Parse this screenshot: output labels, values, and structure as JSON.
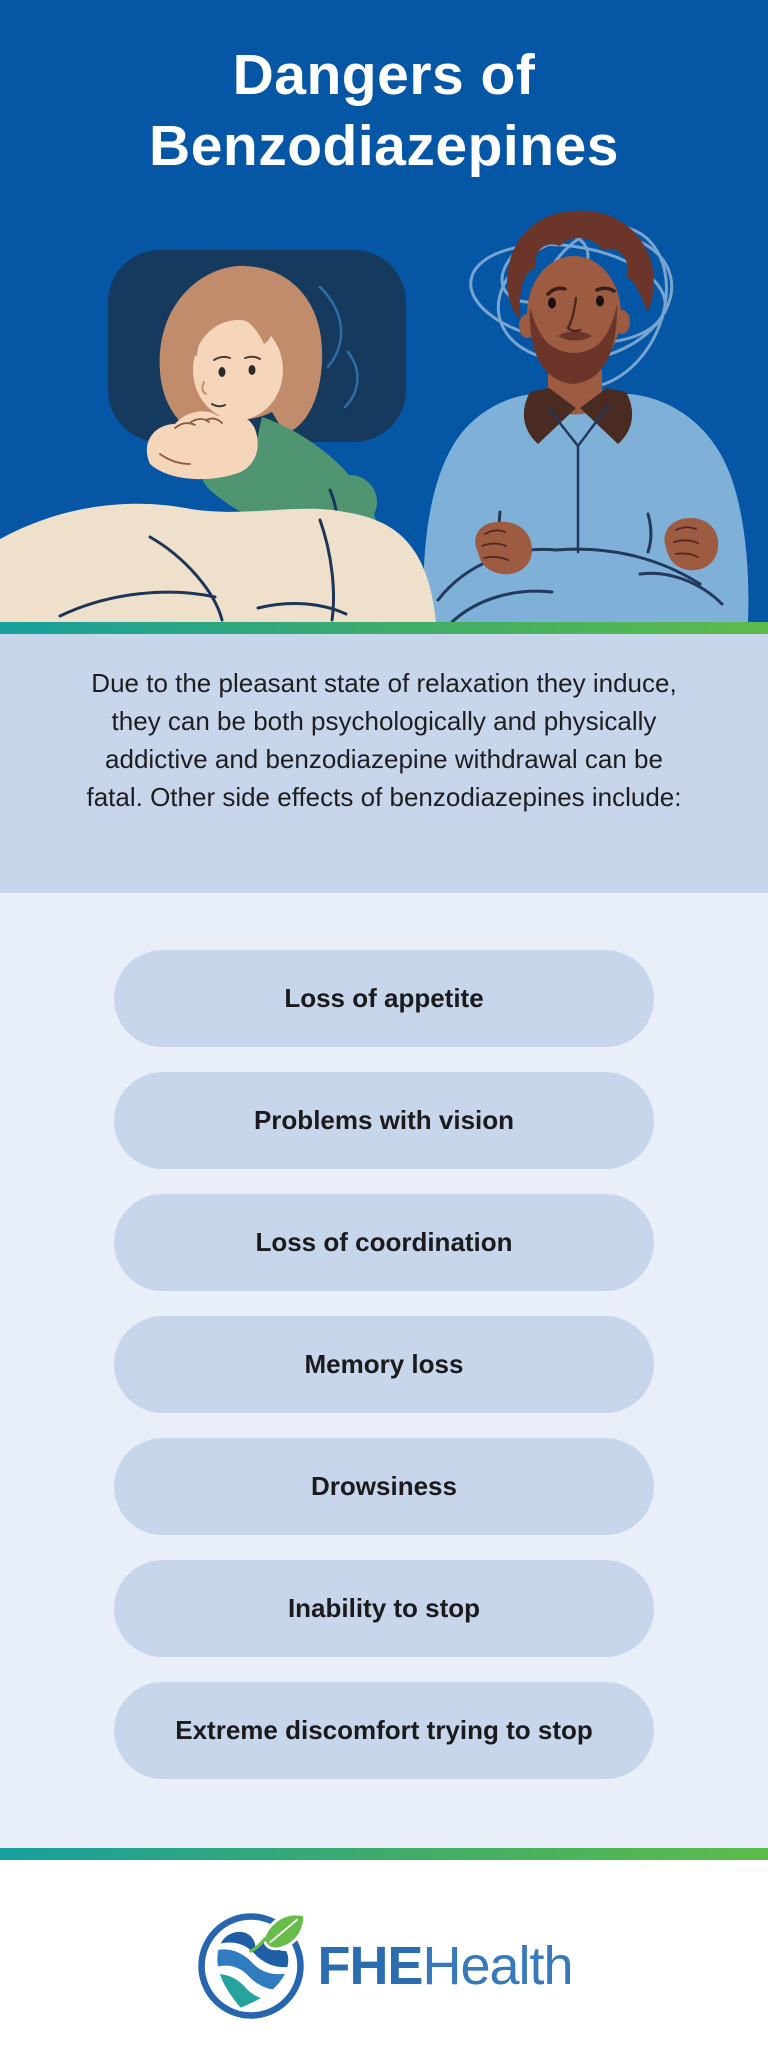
{
  "title": {
    "line1": "Dangers of",
    "line2": "Benzodiazepines"
  },
  "intro_text": "Due to the pleasant state of relaxation they induce, they can be both psychologically and physically addictive and benzodiazepine withdrawal can be fatal. Other side effects of benzodiazepines include:",
  "side_effects": [
    "Loss of appetite",
    "Problems with vision",
    "Loss of coordination",
    "Memory loss",
    "Drowsiness",
    "Inability to stop",
    "Extreme discomfort trying to stop"
  ],
  "footer": {
    "brand_bold": "FHE",
    "brand_light": "Health"
  },
  "images": {
    "hero_illustration": "woman-lying-awake-in-bed-and-worried-man-with-crossed-arms",
    "logo": "fhe-health-heart-leaf-logo"
  },
  "colors": {
    "header_blue": "#0556A4",
    "divider_teal": "#17A09E",
    "divider_green": "#5CBB4A",
    "intro_background": "#C8D6EC",
    "list_background": "#E9EFF9",
    "pill_background": "#C8D6EC",
    "text_dark": "#1E1E20",
    "logo_blue": "#2B6DB1",
    "logo_light_blue": "#3779BA",
    "logo_leaf_green": "#68BC49",
    "logo_teal": "#27A39F"
  }
}
